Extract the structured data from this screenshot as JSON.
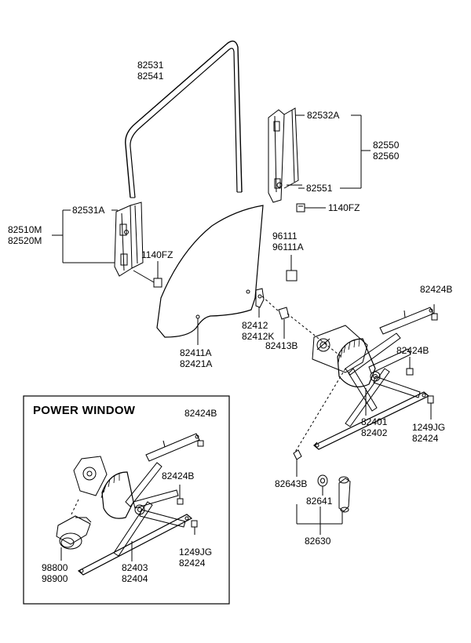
{
  "diagram": {
    "inset_title": "POWER WINDOW",
    "labels": {
      "run_channel_upper": [
        "82531",
        "82541"
      ],
      "rear_channel": "82532A",
      "rear_channel_assy": [
        "82550",
        "82560"
      ],
      "rear_channel_lower": "82551",
      "bolt_rear": "1140FZ",
      "front_channel": "82531A",
      "front_channel_assy": [
        "82510M",
        "82520M"
      ],
      "bolt_front": "1140FZ",
      "label_sticker": [
        "96111",
        "96111A"
      ],
      "door_glass": [
        "82411A",
        "82421A"
      ],
      "glass_holder": [
        "82412",
        "82412K"
      ],
      "holder_clip": "82413B",
      "bolt_regulator_top": "82424B",
      "bolt_regulator_mid": "82424B",
      "regulator_manual": [
        "82401",
        "82402"
      ],
      "screw_manual": [
        "1249JG",
        "82424"
      ],
      "handle_clip": "82643B",
      "handle_escutcheon": "82641",
      "handle_assy": "82630",
      "inset_bolt_top": "82424B",
      "inset_bolt_mid": "82424B",
      "motor": [
        "98800",
        "98900"
      ],
      "regulator_power": [
        "82403",
        "82404"
      ],
      "screw_power": [
        "1249JG",
        "82424"
      ]
    }
  }
}
